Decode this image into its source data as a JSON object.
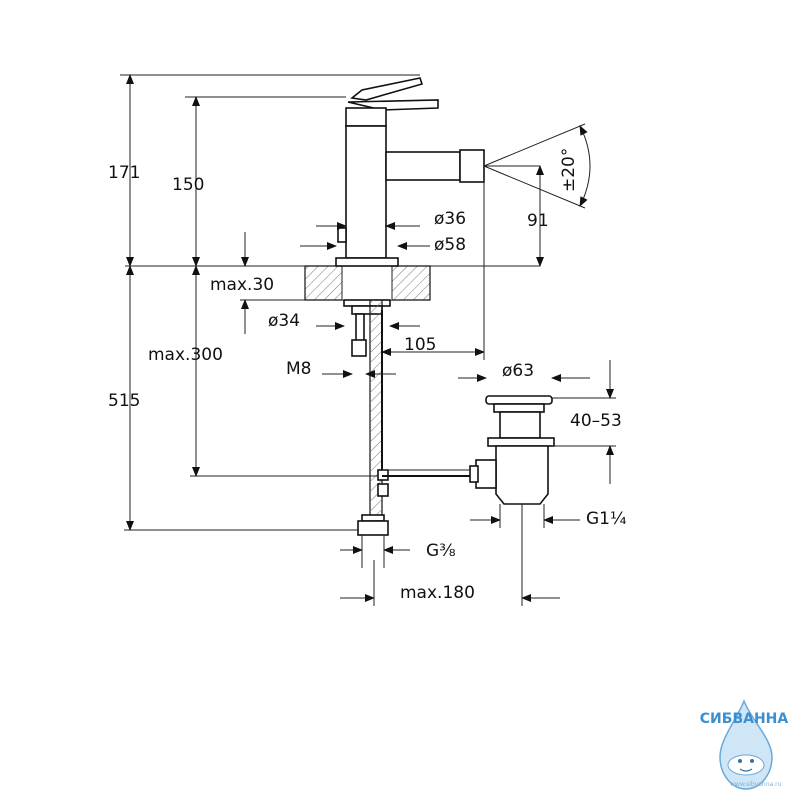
{
  "dimensions": {
    "total_height": "171",
    "spout_height": "150",
    "spout_angle": "±20°",
    "spout_outlet_height": "91",
    "body_diameter": "ø36",
    "base_diameter": "ø58",
    "max_deck_thickness": "max.30",
    "shank_diameter": "ø34",
    "hole_to_waste": "105",
    "max_below_deck": "max.300",
    "stud_thread": "M8",
    "waste_diameter": "ø63",
    "waste_adjust": "40–53",
    "below_deck": "515",
    "waste_thread": "G1¼",
    "supply_thread": "G⅜",
    "max_linkage": "max.180"
  },
  "watermark": {
    "brand": "СИБВАННА",
    "url": "www.sibvanna.ru"
  },
  "colors": {
    "line": "#111111",
    "hatch": "#777777",
    "watermark": "#3a8fd0"
  }
}
